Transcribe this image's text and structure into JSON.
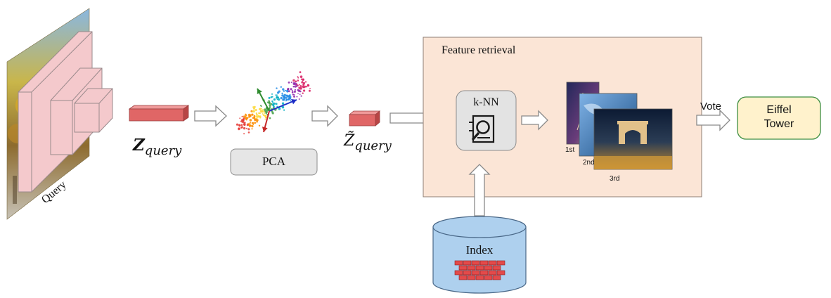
{
  "query": {
    "label": "Query"
  },
  "z_query": {
    "symbol": "Z",
    "subscript": "query"
  },
  "pca": {
    "label": "PCA"
  },
  "z_tilde_query": {
    "symbol": "Z̃",
    "subscript": "query"
  },
  "feature_retrieval": {
    "title": "Feature retrieval",
    "knn_label": "k-NN",
    "ranks": [
      "1st",
      "2nd",
      "3rd"
    ]
  },
  "index": {
    "label": "Index"
  },
  "vote": {
    "label": "Vote"
  },
  "result": {
    "line1": "Eiffel",
    "line2": "Tower"
  },
  "colors": {
    "feature_bar": "#e06666",
    "cnn_block": "#f4c9cc",
    "panel_fill": "#fbe5d6",
    "pca_box": "#e6e6e6",
    "knn_box": "#e3e3e3",
    "index_fill": "#aed0ee",
    "brick": "#e34a4a",
    "result_fill": "#fff2cc",
    "result_border": "#3e8e41"
  }
}
